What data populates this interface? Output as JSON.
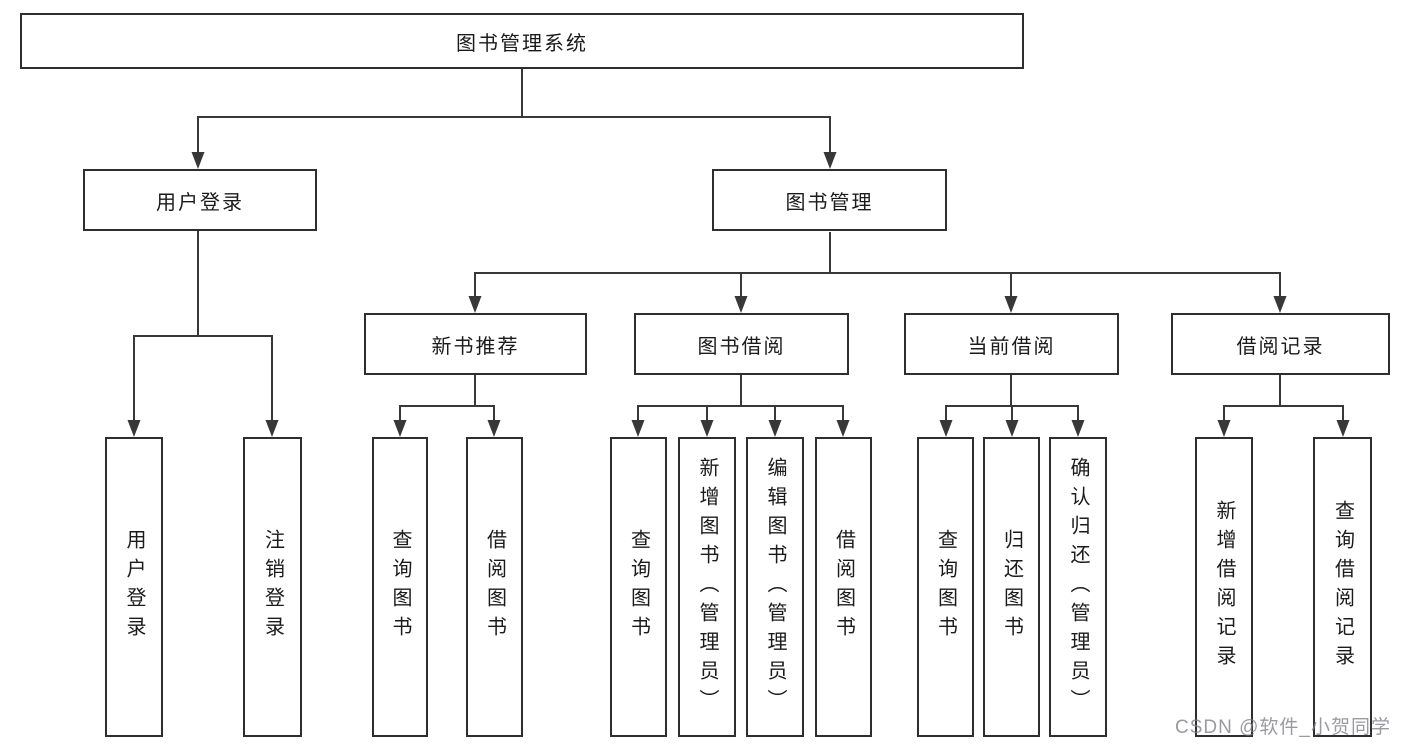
{
  "tree": {
    "root": {
      "label": "图书管理系统",
      "children": [
        {
          "label": "用户登录",
          "children": [
            {
              "label": "用户登录"
            },
            {
              "label": "注销登录"
            }
          ]
        },
        {
          "label": "图书管理",
          "children": [
            {
              "label": "新书推荐",
              "children": [
                {
                  "label": "查询图书"
                },
                {
                  "label": "借阅图书"
                }
              ]
            },
            {
              "label": "图书借阅",
              "children": [
                {
                  "label": "查询图书"
                },
                {
                  "label": "新增图书（管理员）"
                },
                {
                  "label": "编辑图书（管理员）"
                },
                {
                  "label": "借阅图书"
                }
              ]
            },
            {
              "label": "当前借阅",
              "children": [
                {
                  "label": "查询图书"
                },
                {
                  "label": "归还图书"
                },
                {
                  "label": "确认归还（管理员）"
                }
              ]
            },
            {
              "label": "借阅记录",
              "children": [
                {
                  "label": "新增借阅记录"
                },
                {
                  "label": "查询借阅记录"
                }
              ]
            }
          ]
        }
      ]
    }
  },
  "watermark": "CSDN @软件_小贺同学",
  "colors": {
    "line": "#383838",
    "border": "#2e2e2e",
    "text": "#1b1b1b",
    "watermark_gray": "#7d7d86"
  }
}
